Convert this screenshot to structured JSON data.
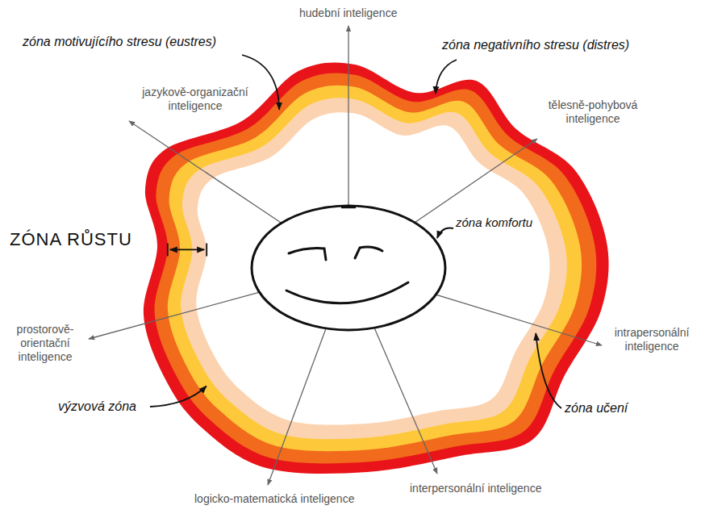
{
  "diagram": {
    "labels": [
      "hudební inteligence",
      "zóna motivujícího stresu (eustres)",
      "zóna negativního stresu (distres)",
      "jazykově-organizační inteligence",
      "tělesně-pohybová inteligence",
      "ZÓNA RŮSTU",
      "zóna komfortu",
      "prostorově-orientační inteligence",
      "intrapersonální inteligence",
      "zóna učení",
      "výzvová zóna",
      "logicko-matematická inteligence",
      "interpersonální inteligence"
    ]
  }
}
